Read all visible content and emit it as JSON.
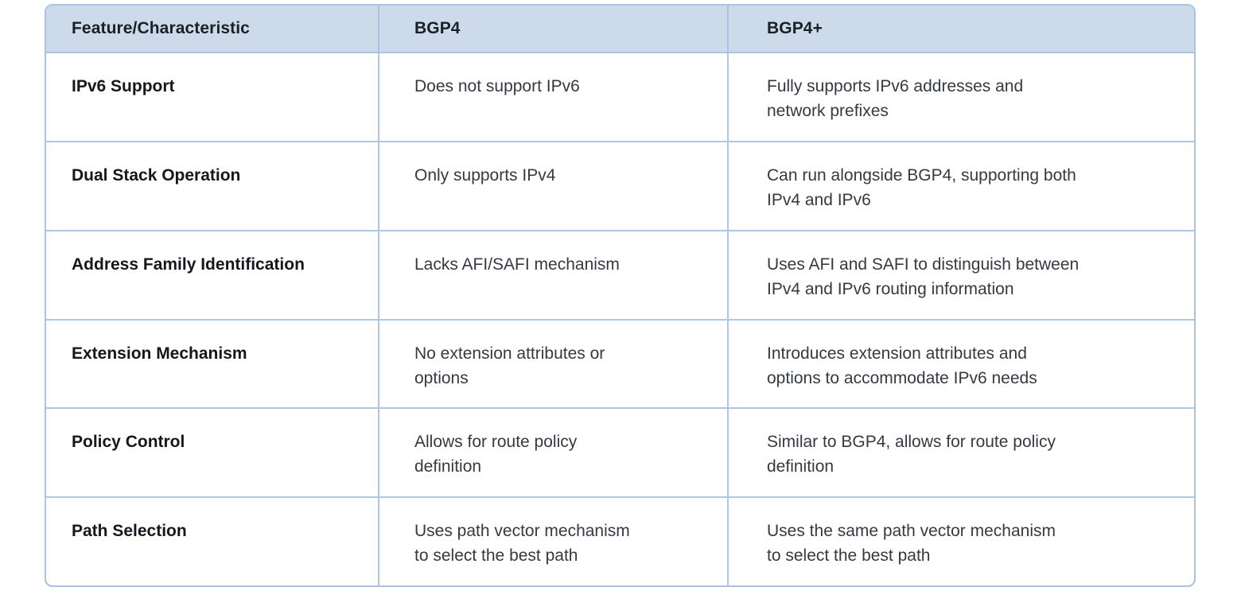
{
  "table": {
    "columns": [
      "Feature/Characteristic",
      "BGP4",
      "BGP4+"
    ],
    "rows": [
      {
        "feature": "IPv6 Support",
        "bgp4": "Does not support IPv6",
        "bgp4plus": "Fully supports IPv6 addresses and\nnetwork prefixes"
      },
      {
        "feature": "Dual Stack Operation",
        "bgp4": "Only supports IPv4",
        "bgp4plus": "Can run alongside BGP4, supporting both\nIPv4 and IPv6"
      },
      {
        "feature": "Address Family Identification",
        "bgp4": "Lacks AFI/SAFI mechanism",
        "bgp4plus": "Uses AFI and SAFI to distinguish between\nIPv4 and IPv6 routing information"
      },
      {
        "feature": "Extension Mechanism",
        "bgp4": "No extension attributes or\noptions",
        "bgp4plus": "Introduces extension attributes and\noptions to accommodate IPv6 needs"
      },
      {
        "feature": "Policy Control",
        "bgp4": "Allows for route policy\ndefinition",
        "bgp4plus": "Similar to BGP4, allows for route policy\ndefinition"
      },
      {
        "feature": "Path Selection",
        "bgp4": "Uses path vector mechanism\nto select the best path",
        "bgp4plus": "Uses the same path vector mechanism\nto select the best path"
      }
    ],
    "colors": {
      "header_bg": "#ccdae9",
      "border": "#a9c3e1",
      "grid": "#aec7e4",
      "header_text": "#1b1f26",
      "feature_text": "#14171b",
      "body_text": "#343a40",
      "page_bg": "#ffffff"
    }
  }
}
